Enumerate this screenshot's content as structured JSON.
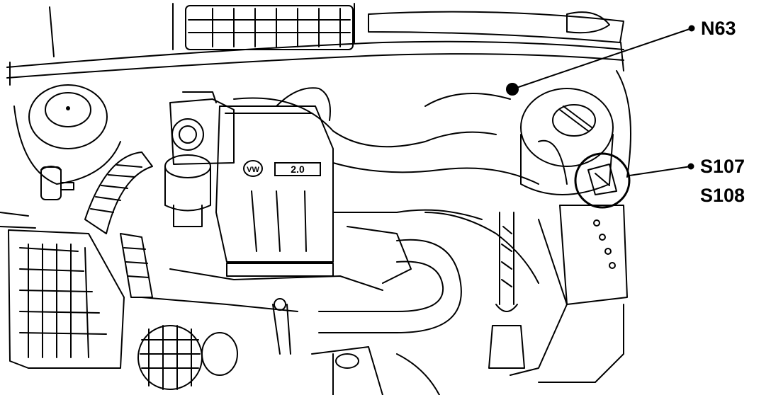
{
  "callouts": {
    "n63": "N63",
    "s107": "S107",
    "s108": "S108"
  },
  "emblem": {
    "logo": "VW",
    "engine_badge": "2.0"
  },
  "colors": {
    "line": "#000000",
    "background": "#ffffff"
  }
}
